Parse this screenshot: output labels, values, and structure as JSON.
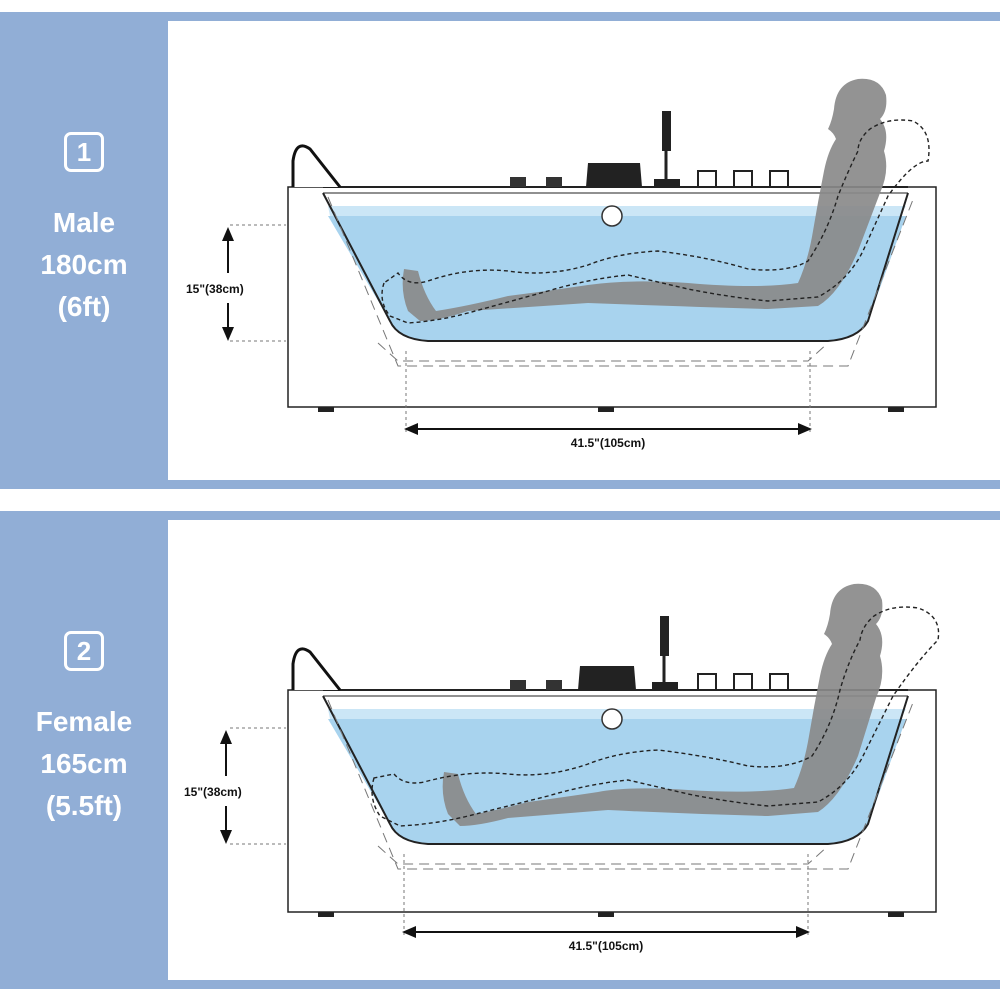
{
  "panels": [
    {
      "number": "1",
      "label_lines": [
        "Male",
        "180cm",
        "(6ft)"
      ],
      "depth_label": "15\"(38cm)",
      "length_label": "41.5\"(105cm)"
    },
    {
      "number": "2",
      "label_lines": [
        "Female",
        "165cm",
        "(5.5ft)"
      ],
      "depth_label": "15\"(38cm)",
      "length_label": "41.5\"(105cm)"
    }
  ],
  "colors": {
    "frame_blue": "#91aed6",
    "water": "#a8d3ee",
    "water_light": "#cbe6f6",
    "figure_gray": "#8a8a8a",
    "outline": "#1a1a1a"
  }
}
